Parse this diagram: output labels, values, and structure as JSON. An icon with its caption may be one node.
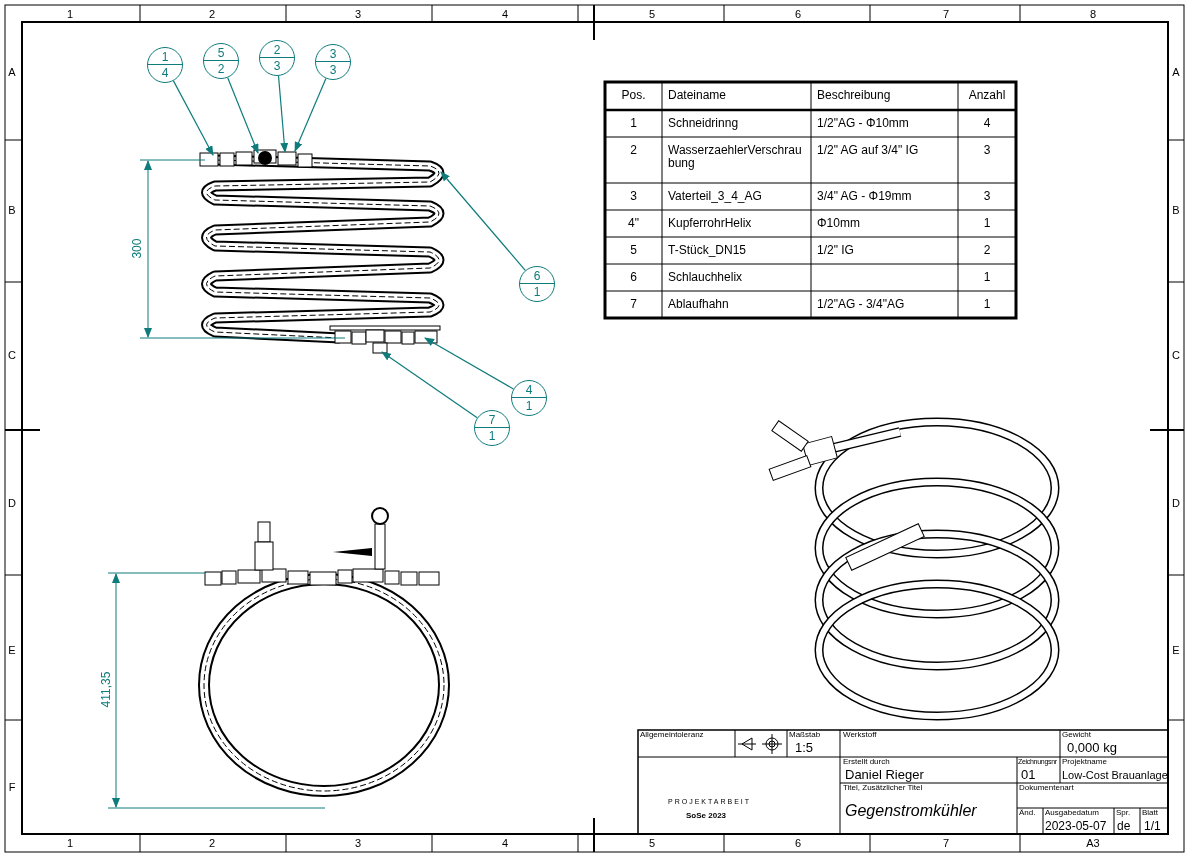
{
  "diagram": {
    "nodes": [
      {
        "text": [
          "1",
          "4"
        ]
      },
      {
        "text": [
          "5",
          "2"
        ]
      },
      {
        "text": [
          "2",
          "3"
        ]
      },
      {
        "text": [
          "3",
          "3"
        ]
      },
      {
        "text": [
          "6",
          "1"
        ]
      },
      {
        "text": [
          "4",
          "1"
        ]
      },
      {
        "text": [
          "7",
          "1"
        ]
      }
    ],
    "edges": [
      {
        "from": 0,
        "to": null,
        "arrow": "to"
      },
      {
        "from": 1,
        "to": null,
        "arrow": "to"
      },
      {
        "from": 2,
        "to": null,
        "arrow": "to"
      },
      {
        "from": 3,
        "to": null,
        "arrow": "to"
      },
      {
        "from": 4,
        "to": null,
        "arrow": "to"
      },
      {
        "from": 5,
        "to": null,
        "arrow": "to"
      },
      {
        "from": 6,
        "to": null,
        "arrow": "to"
      }
    ],
    "labels": [
      "1",
      "2",
      "3",
      "4",
      "5",
      "6",
      "7",
      "8",
      "A",
      "B",
      "C",
      "D",
      "E",
      "F",
      "A",
      "B",
      "C",
      "D",
      "E",
      "Pos.",
      "Dateiname",
      "Beschreibung",
      "Anzahl",
      "1",
      "Schneidrinng",
      "1/2\"AG - Φ10mm",
      "4",
      "2",
      "WasserzaehlerVerschraubung",
      "1/2\" AG auf 3/4\" IG",
      "3",
      "3",
      "Vaterteil_3_4_AG",
      "3/4\" AG - Φ19mm",
      "3",
      "4\"",
      "KupferrohrHelix",
      "Φ10mm",
      "1",
      "5",
      "T-Stück_DN15",
      "1/2\" IG",
      "2",
      "6",
      "Schlauchhelix",
      "1",
      "7",
      "Ablaufhahn",
      "1/2\"AG - 3/4\"AG",
      "1",
      "300",
      "411,35",
      "Allgemeintoleranz",
      "Maßstab",
      "1:5",
      "Werkstoff",
      "Gewicht",
      "0,000 kg",
      "PROJEKTARBEIT",
      "SoSe 2023",
      "Erstellt durch",
      "Daniel Rieger",
      "Zeichnungsnr",
      "01",
      "Projektname",
      "Low-Cost Brauanlage",
      "Titel, Zusätzlicher Titel",
      "Gegenstromkühler",
      "Dokumentenart",
      "Änd.",
      "Ausgabedatum",
      "2023-05-07",
      "Spr.",
      "de",
      "Blatt",
      "1/1",
      "1",
      "2",
      "3",
      "4",
      "5",
      "6",
      "7",
      "A3"
    ]
  }
}
